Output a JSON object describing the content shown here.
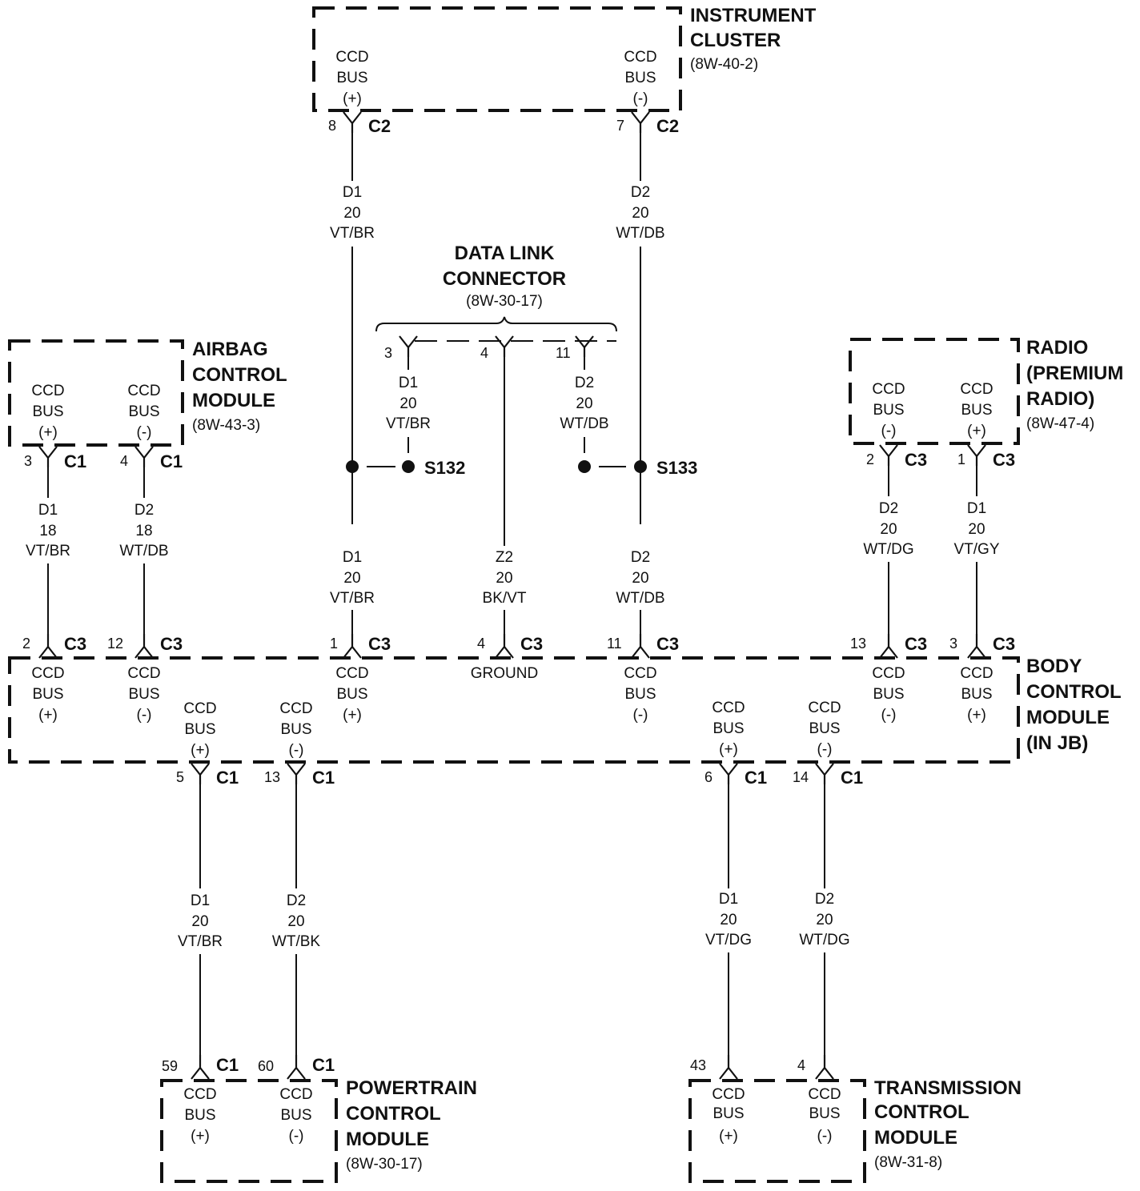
{
  "modules": {
    "instrument_cluster": {
      "name": [
        "INSTRUMENT",
        "CLUSTER"
      ],
      "ref": "(8W-40-2)"
    },
    "airbag": {
      "name": [
        "AIRBAG",
        "CONTROL",
        "MODULE"
      ],
      "ref": "(8W-43-3)"
    },
    "radio": {
      "name": [
        "RADIO",
        "(PREMIUM",
        "RADIO)"
      ],
      "ref": "(8W-47-4)"
    },
    "body_control": {
      "name": [
        "BODY",
        "CONTROL",
        "MODULE",
        "(IN JB)"
      ]
    },
    "powertrain": {
      "name": [
        "POWERTRAIN",
        "CONTROL",
        "MODULE"
      ],
      "ref": "(8W-30-17)"
    },
    "transmission": {
      "name": [
        "TRANSMISSION",
        "CONTROL",
        "MODULE"
      ],
      "ref": "(8W-31-8)"
    },
    "data_link": {
      "name": [
        "DATA LINK",
        "CONNECTOR"
      ],
      "ref": "(8W-30-17)"
    }
  },
  "terminal_labels": {
    "ccd": "CCD",
    "bus": "BUS",
    "pos": "(+)",
    "neg": "(-)",
    "ground": "GROUND"
  },
  "splices": {
    "s132": "S132",
    "s133": "S133"
  },
  "connectors": {
    "c1": "C1",
    "c2": "C2",
    "c3": "C3"
  },
  "pins": {
    "ic_pos": "8",
    "ic_neg": "7",
    "ab_pos": "3",
    "ab_neg": "4",
    "rad_neg": "2",
    "rad_pos": "1",
    "dlc_3": "3",
    "dlc_4": "4",
    "dlc_11": "11",
    "bcm_2": "2",
    "bcm_12": "12",
    "bcm_1": "1",
    "bcm_4": "4",
    "bcm_11": "11",
    "bcm_13": "13",
    "bcm_3": "3",
    "bcm_c1_5": "5",
    "bcm_c1_13": "13",
    "bcm_c1_6": "6",
    "bcm_c1_14": "14",
    "pcm_59": "59",
    "pcm_60": "60",
    "tcm_43": "43",
    "tcm_4": "4"
  },
  "wires": {
    "ic_d1": [
      "D1",
      "20",
      "VT/BR"
    ],
    "ic_d2": [
      "D2",
      "20",
      "WT/DB"
    ],
    "dlc_d1": [
      "D1",
      "20",
      "VT/BR"
    ],
    "dlc_d2": [
      "D2",
      "20",
      "WT/DB"
    ],
    "ab_d1": [
      "D1",
      "18",
      "VT/BR"
    ],
    "ab_d2": [
      "D2",
      "18",
      "WT/DB"
    ],
    "rad_d2": [
      "D2",
      "20",
      "WT/DG"
    ],
    "rad_d1": [
      "D1",
      "20",
      "VT/GY"
    ],
    "mid_d1": [
      "D1",
      "20",
      "VT/BR"
    ],
    "mid_z2": [
      "Z2",
      "20",
      "BK/VT"
    ],
    "mid_d2": [
      "D2",
      "20",
      "WT/DB"
    ],
    "pcm_d1": [
      "D1",
      "20",
      "VT/BR"
    ],
    "pcm_d2": [
      "D2",
      "20",
      "WT/BK"
    ],
    "tcm_d1": [
      "D1",
      "20",
      "VT/DG"
    ],
    "tcm_d2": [
      "D2",
      "20",
      "WT/DG"
    ]
  }
}
